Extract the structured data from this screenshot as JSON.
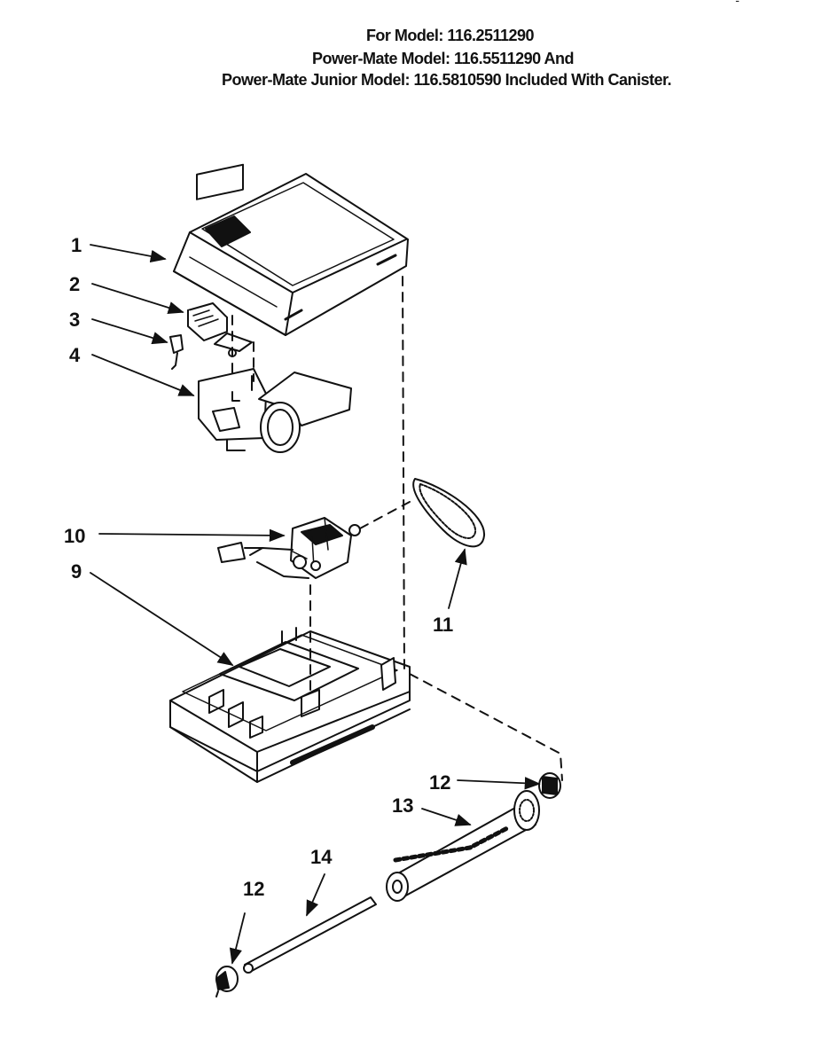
{
  "header": {
    "line1": "For Model: 116.2511290",
    "line2": "Power-Mate Model: 116.5511290 And",
    "line3": "Power-Mate Junior Model: 116.5810590 Included With Canister.",
    "corner_fragment": "'' - ''' ''"
  },
  "callouts": [
    {
      "id": "1",
      "label": "1"
    },
    {
      "id": "2",
      "label": "2"
    },
    {
      "id": "3",
      "label": "3"
    },
    {
      "id": "4",
      "label": "4"
    },
    {
      "id": "9",
      "label": "9"
    },
    {
      "id": "10",
      "label": "10"
    },
    {
      "id": "11",
      "label": "11"
    },
    {
      "id": "12a",
      "label": "12"
    },
    {
      "id": "12b",
      "label": "12"
    },
    {
      "id": "13",
      "label": "13"
    },
    {
      "id": "14",
      "label": "14"
    }
  ],
  "colors": {
    "ink": "#111111",
    "paper": "#ffffff"
  }
}
